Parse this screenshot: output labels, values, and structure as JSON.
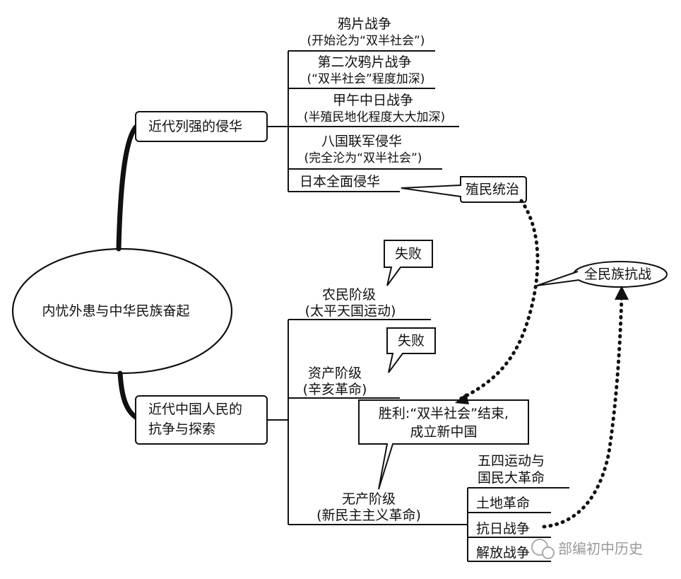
{
  "diagram": {
    "root": "内忧外患与中华民族奋起",
    "branch_invasion": {
      "label": "近代列强的侵华",
      "items": [
        {
          "title": "鸦片战争",
          "note": "(开始沦为“双半社会”)"
        },
        {
          "title": "第二次鸦片战争",
          "note": "(“双半社会”程度加深)"
        },
        {
          "title": "甲午中日战争",
          "note": "(半殖民地化程度大大加深)"
        },
        {
          "title": "八国联军侵华",
          "note": "(完全沦为“双半社会”)"
        },
        {
          "title": "日本全面侵华",
          "note": ""
        }
      ],
      "callout": "殖民统治"
    },
    "branch_struggle": {
      "label_line1": "近代中国人民的",
      "label_line2": "抗争与探索",
      "classes": [
        {
          "title": "农民阶级",
          "note": "(太平天国运动)",
          "result": "失败"
        },
        {
          "title": "资产阶级",
          "note": "(辛亥革命)",
          "result": "失败"
        },
        {
          "title": "无产阶级",
          "note": "(新民主主义革命)",
          "result": ""
        }
      ],
      "victory_line1": "胜利:“双半社会”结束,",
      "victory_line2": "成立新中国",
      "proletarian_items": [
        "五四运动与",
        "国民大革命",
        "土地革命",
        "抗日战争",
        "解放战争"
      ]
    },
    "national_resistance": "全民族抗战"
  },
  "watermark": "部编初中历史"
}
